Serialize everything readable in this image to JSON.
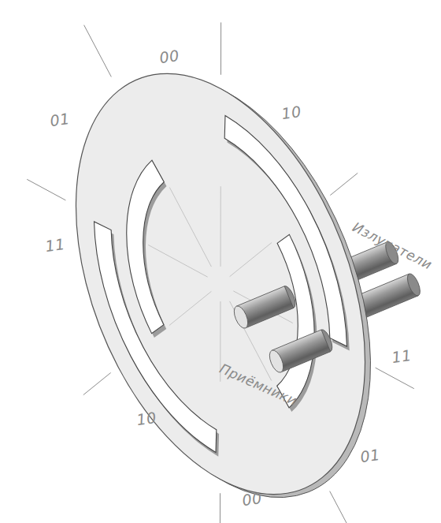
{
  "diagram": {
    "labels": [
      "00",
      "01",
      "10",
      "11",
      "Излучатели",
      "11",
      "10",
      "Приёмники",
      "01",
      "00"
    ]
  }
}
